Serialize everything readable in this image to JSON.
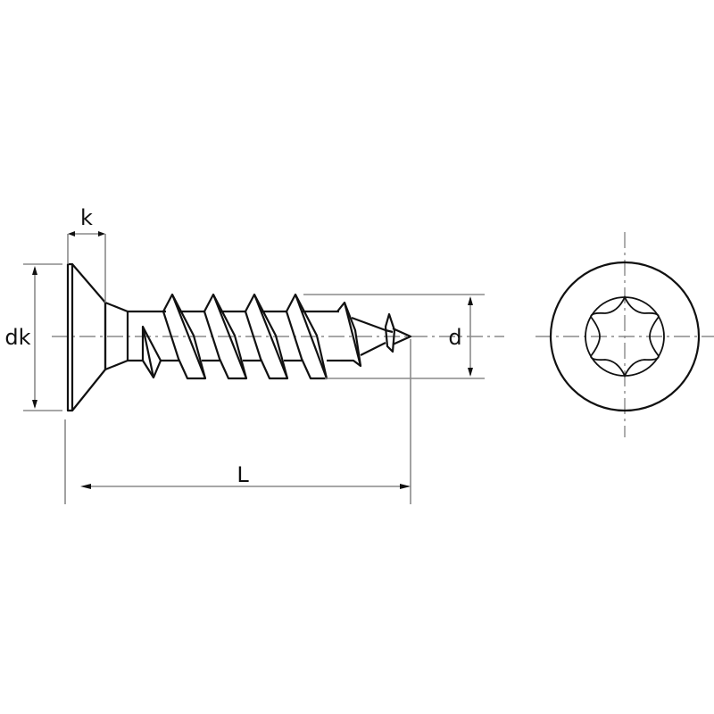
{
  "diagram": {
    "type": "technical-drawing",
    "subject": "countersunk screw with hexalobular (torx) recess",
    "views": [
      "side-view",
      "head-end-view"
    ],
    "colors": {
      "outline": "#111111",
      "dimension": "#8a8a8a",
      "background": "#ffffff"
    },
    "dimensions": {
      "k": "k",
      "dk": "dk",
      "d": "d",
      "L": "L"
    }
  }
}
